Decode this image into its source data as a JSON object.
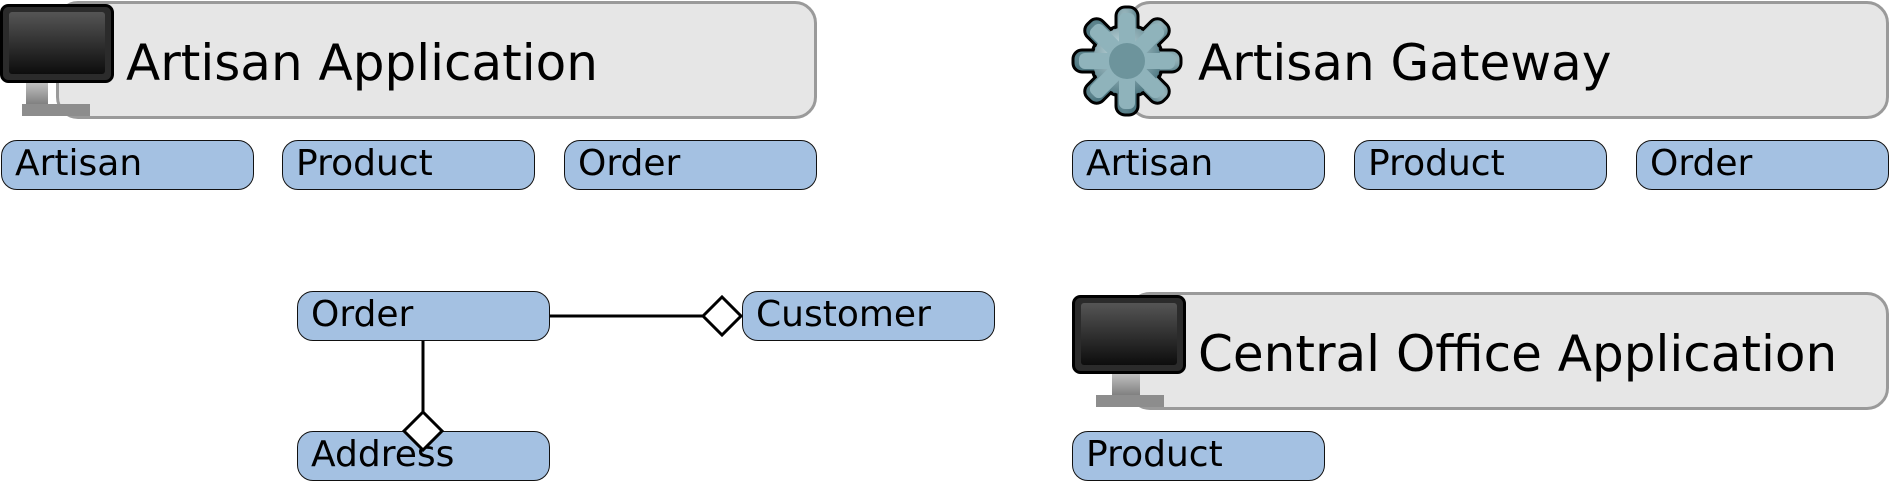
{
  "artisan_app": {
    "title": "Artisan Application",
    "icon": "monitor-icon",
    "entities": [
      "Artisan",
      "Product",
      "Order"
    ]
  },
  "artisan_gateway": {
    "title": "Artisan Gateway",
    "icon": "gear-icon",
    "entities": [
      "Artisan",
      "Product",
      "Order"
    ]
  },
  "central_office": {
    "title": "Central Office Application",
    "icon": "monitor-icon",
    "entities": [
      "Product"
    ]
  },
  "model": {
    "order": "Order",
    "customer": "Customer",
    "address": "Address"
  },
  "colors": {
    "entity_fill": "#a4c1e2",
    "app_fill": "#e6e6e6",
    "app_border": "#9a9a9a"
  }
}
